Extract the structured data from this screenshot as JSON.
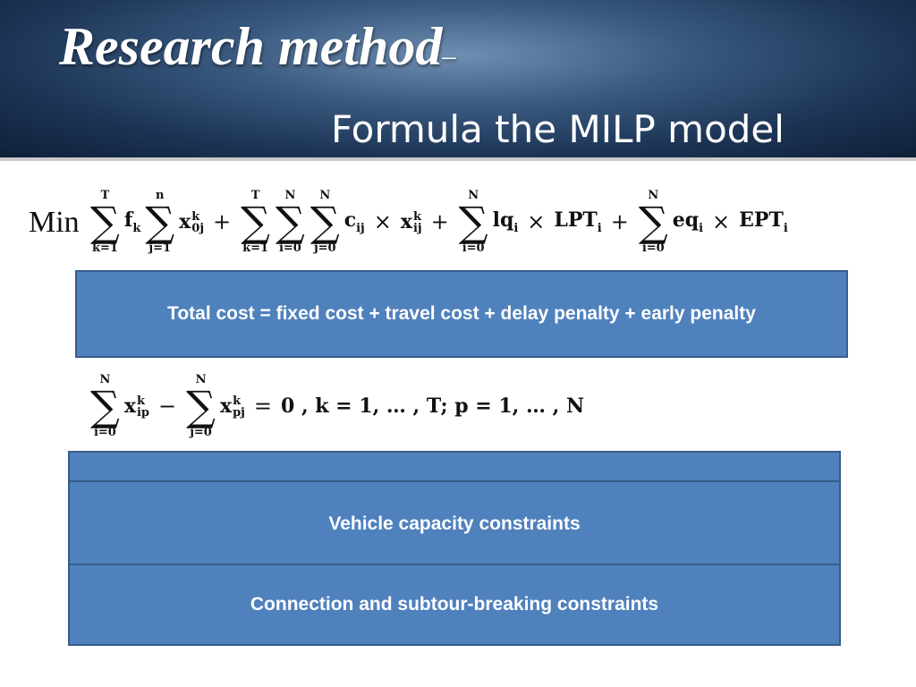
{
  "slide": {
    "title": "Research method",
    "title_dash": "–",
    "subtitle": "Formula the MILP model"
  },
  "objective": {
    "min_label": "Min",
    "expression": "Σ_{k=1}^{T} f_k Σ_{j=1}^{n} x_{0j}^k + Σ_{k=1}^{T} Σ_{i=0}^{N} Σ_{j=0}^{N} c_ij × x_ij^k + Σ_{i=0}^{N} lq_i × LPT_i + Σ_{i=0}^{N} eq_i × EPT_i",
    "description": "Total cost = fixed cost + travel cost + delay penalty + early penalty"
  },
  "flow_constraint": {
    "expression": "Σ_{i=0}^{N} x_ip^k − Σ_{j=0}^{N} x_pj^k = 0 , k = 1, … , T; p = 1, … , N"
  },
  "constraint_boxes": {
    "blank": "",
    "capacity": "Vehicle capacity constraints",
    "connection": "Connection and subtour-breaking constraints"
  },
  "colors": {
    "box_fill": "#4f81bd",
    "box_border": "#385d8a",
    "header_dark": "#1c3455",
    "header_light": "#6f8fb2"
  }
}
